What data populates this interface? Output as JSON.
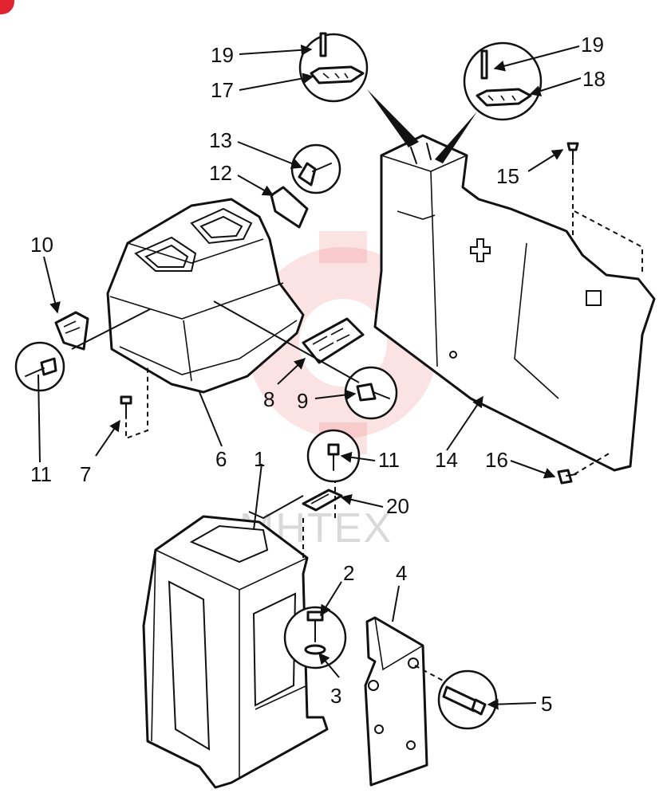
{
  "watermark": {
    "text": "MHTEX",
    "gear_color": "#e23a3a"
  },
  "corner_badge": {
    "color": "#e0242f"
  },
  "part_numbers": {
    "p1": "1",
    "p2": "2",
    "p3": "3",
    "p4": "4",
    "p5": "5",
    "p6": "6",
    "p7": "7",
    "p8": "8",
    "p9": "9",
    "p10": "10",
    "p11a": "11",
    "p11b": "11",
    "p12": "12",
    "p13": "13",
    "p14": "14",
    "p15": "15",
    "p16": "16",
    "p17": "17",
    "p18": "18",
    "p19a": "19",
    "p19b": "19",
    "p20": "20"
  }
}
